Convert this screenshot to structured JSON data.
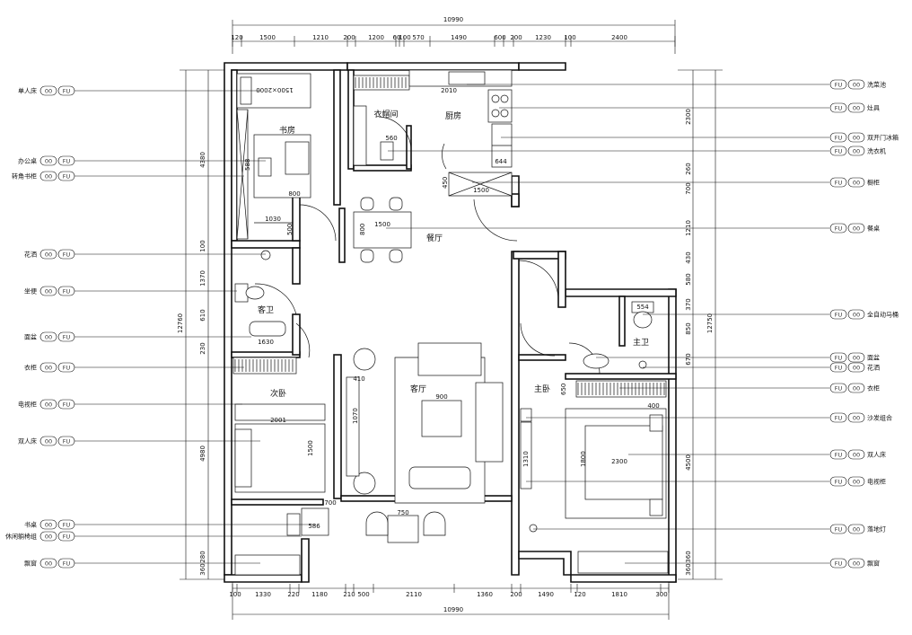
{
  "dims": {
    "top_total": "10990",
    "top_segments": [
      "120",
      "1500",
      "1210",
      "200",
      "1200",
      "60",
      "100",
      "570",
      "1490",
      "600",
      "200",
      "1230",
      "100",
      "2400"
    ],
    "bottom_segments": [
      "100",
      "1330",
      "220",
      "1180",
      "210",
      "500",
      "2110",
      "1360",
      "200",
      "1490",
      "120",
      "1810",
      "300"
    ],
    "bottom_total": "10990",
    "left_outer": "12760",
    "left_segments": [
      "4380",
      "100",
      "1370",
      "610",
      "230",
      "4980",
      "280",
      "360"
    ],
    "right_outer": "12750",
    "right_segments": [
      "2300",
      "260",
      "700",
      "1210",
      "430",
      "580",
      "370",
      "850",
      "670",
      "4500",
      "360",
      "360"
    ]
  },
  "rooms": {
    "study": "书房",
    "cloakroom": "衣帽间",
    "kitchen": "厨房",
    "dining": "餐厅",
    "guest_bath": "客卫",
    "second_bedroom": "次卧",
    "living": "客厅",
    "master_bedroom": "主卧",
    "master_bath": "主卫"
  },
  "inline_dims": {
    "study_bed": "1500×2000",
    "kitchen_sink": "2010",
    "d560": "560",
    "d644": "644",
    "d800": "800",
    "d1030": "1030",
    "d1500": "1500",
    "d450": "450",
    "d1500b": "1500",
    "d800b": "800",
    "d500": "500",
    "d588": "588",
    "d1630": "1630",
    "d2001": "2001",
    "d1500c": "1500",
    "d410": "410",
    "d900": "900",
    "d1070": "1070",
    "d650": "650",
    "d2300": "2300",
    "d1800": "1800",
    "d1310": "1310",
    "d750": "750",
    "d586": "586",
    "d700": "700",
    "d554": "554",
    "d400": "400"
  },
  "tag_codes": {
    "left": "00",
    "right": "FU"
  },
  "left_callouts": [
    "单人床",
    "办公桌",
    "转角书柜",
    "花洒",
    "坐便",
    "面盆",
    "衣柜",
    "电视柜",
    "双人床",
    "书桌",
    "休闲躺椅组",
    "飘窗"
  ],
  "right_callouts": [
    "洗菜池",
    "灶具",
    "双开门冰箱",
    "洗衣机",
    "橱柜",
    "餐桌",
    "全自动马桶",
    "面盆",
    "花洒",
    "衣柜",
    "沙发组合",
    "双人床",
    "电视柜",
    "落地灯",
    "飘窗"
  ]
}
